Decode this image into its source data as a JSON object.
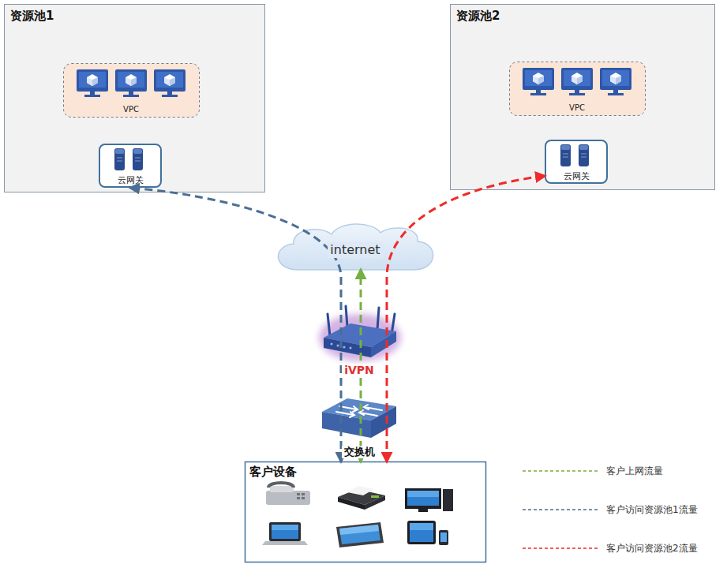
{
  "diagram": {
    "nodes": [
      {
        "text": [
          "资源池1"
        ]
      },
      {
        "text": [
          "VPC"
        ],
        "in": 0
      },
      {
        "text": [
          "云网关"
        ],
        "in": 0
      },
      {
        "text": [
          "资源池2"
        ]
      },
      {
        "text": [
          "VPC"
        ],
        "in": 3
      },
      {
        "text": [
          "云网关"
        ],
        "in": 3
      },
      {
        "text": [
          "internet"
        ]
      },
      {
        "text": [
          "iVPN"
        ]
      },
      {
        "text": [
          "交换机"
        ]
      },
      {
        "text": [
          "客户设备"
        ]
      }
    ],
    "edges": [
      {
        "from": 9,
        "to": 2,
        "arrow": "both"
      },
      {
        "from": 9,
        "to": 5,
        "arrow": "both"
      },
      {
        "from": 9,
        "to": 6,
        "arrow": "both"
      }
    ],
    "legend": [
      {
        "text": "客户上网流量"
      },
      {
        "text": "客户访问资源池1流量"
      },
      {
        "text": "客户访问资源池2流量"
      }
    ]
  }
}
